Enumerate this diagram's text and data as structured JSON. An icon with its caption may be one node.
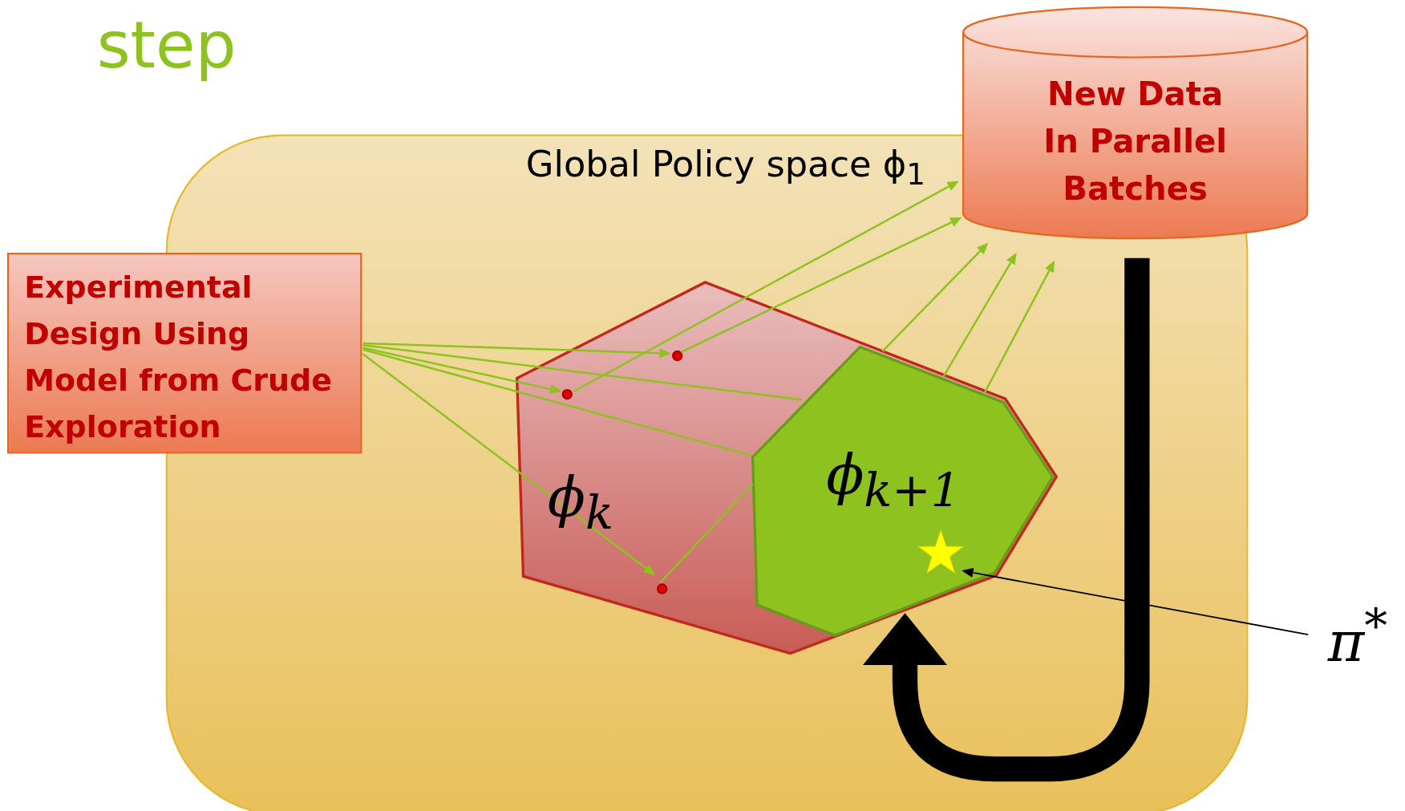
{
  "diagram": {
    "title": "step",
    "nodes": [
      {
        "text": [
          "Global Policy space ϕ$_{1}$"
        ]
      },
      {
        "text": [
          "Experimental Design Using Model from Crude Exploration"
        ]
      },
      {
        "text": [
          "New Data In Parallel Batches"
        ]
      },
      {
        "text": [
          "ϕ$_{k}$"
        ],
        "in": 0
      },
      {
        "text": [
          "ϕ$_{k+1}$"
        ],
        "in": 3
      },
      {
        "text": [],
        "shape": "circle",
        "in": 3
      },
      {
        "text": [],
        "shape": "circle",
        "in": 3
      },
      {
        "text": [],
        "shape": "circle",
        "in": 3
      },
      {
        "text": [],
        "shape": "star",
        "in": 4
      },
      {
        "text": [
          "π$^{*}$"
        ]
      }
    ],
    "edges": [
      {
        "from": 1,
        "to": 5,
        "arrow": "to"
      },
      {
        "from": 1,
        "to": 6,
        "arrow": "to"
      },
      {
        "from": 1,
        "to": 4,
        "arrow": "none"
      },
      {
        "from": 1,
        "to": 4,
        "arrow": "none"
      },
      {
        "from": 1,
        "to": 7,
        "arrow": "to"
      },
      {
        "from": 6,
        "to": 2,
        "arrow": "to"
      },
      {
        "from": 5,
        "to": 2,
        "arrow": "to"
      },
      {
        "from": 7,
        "to": 4,
        "arrow": "none"
      },
      {
        "from": 4,
        "to": 2,
        "arrow": "to"
      },
      {
        "from": 4,
        "to": 2,
        "arrow": "to"
      },
      {
        "from": 4,
        "to": 2,
        "arrow": "to"
      },
      {
        "from": 2,
        "to": 4,
        "arrow": "to",
        "style": "thick",
        "color": "#000000"
      },
      {
        "from": 9,
        "to": 8,
        "arrow": "to",
        "color": "#000000"
      }
    ]
  }
}
